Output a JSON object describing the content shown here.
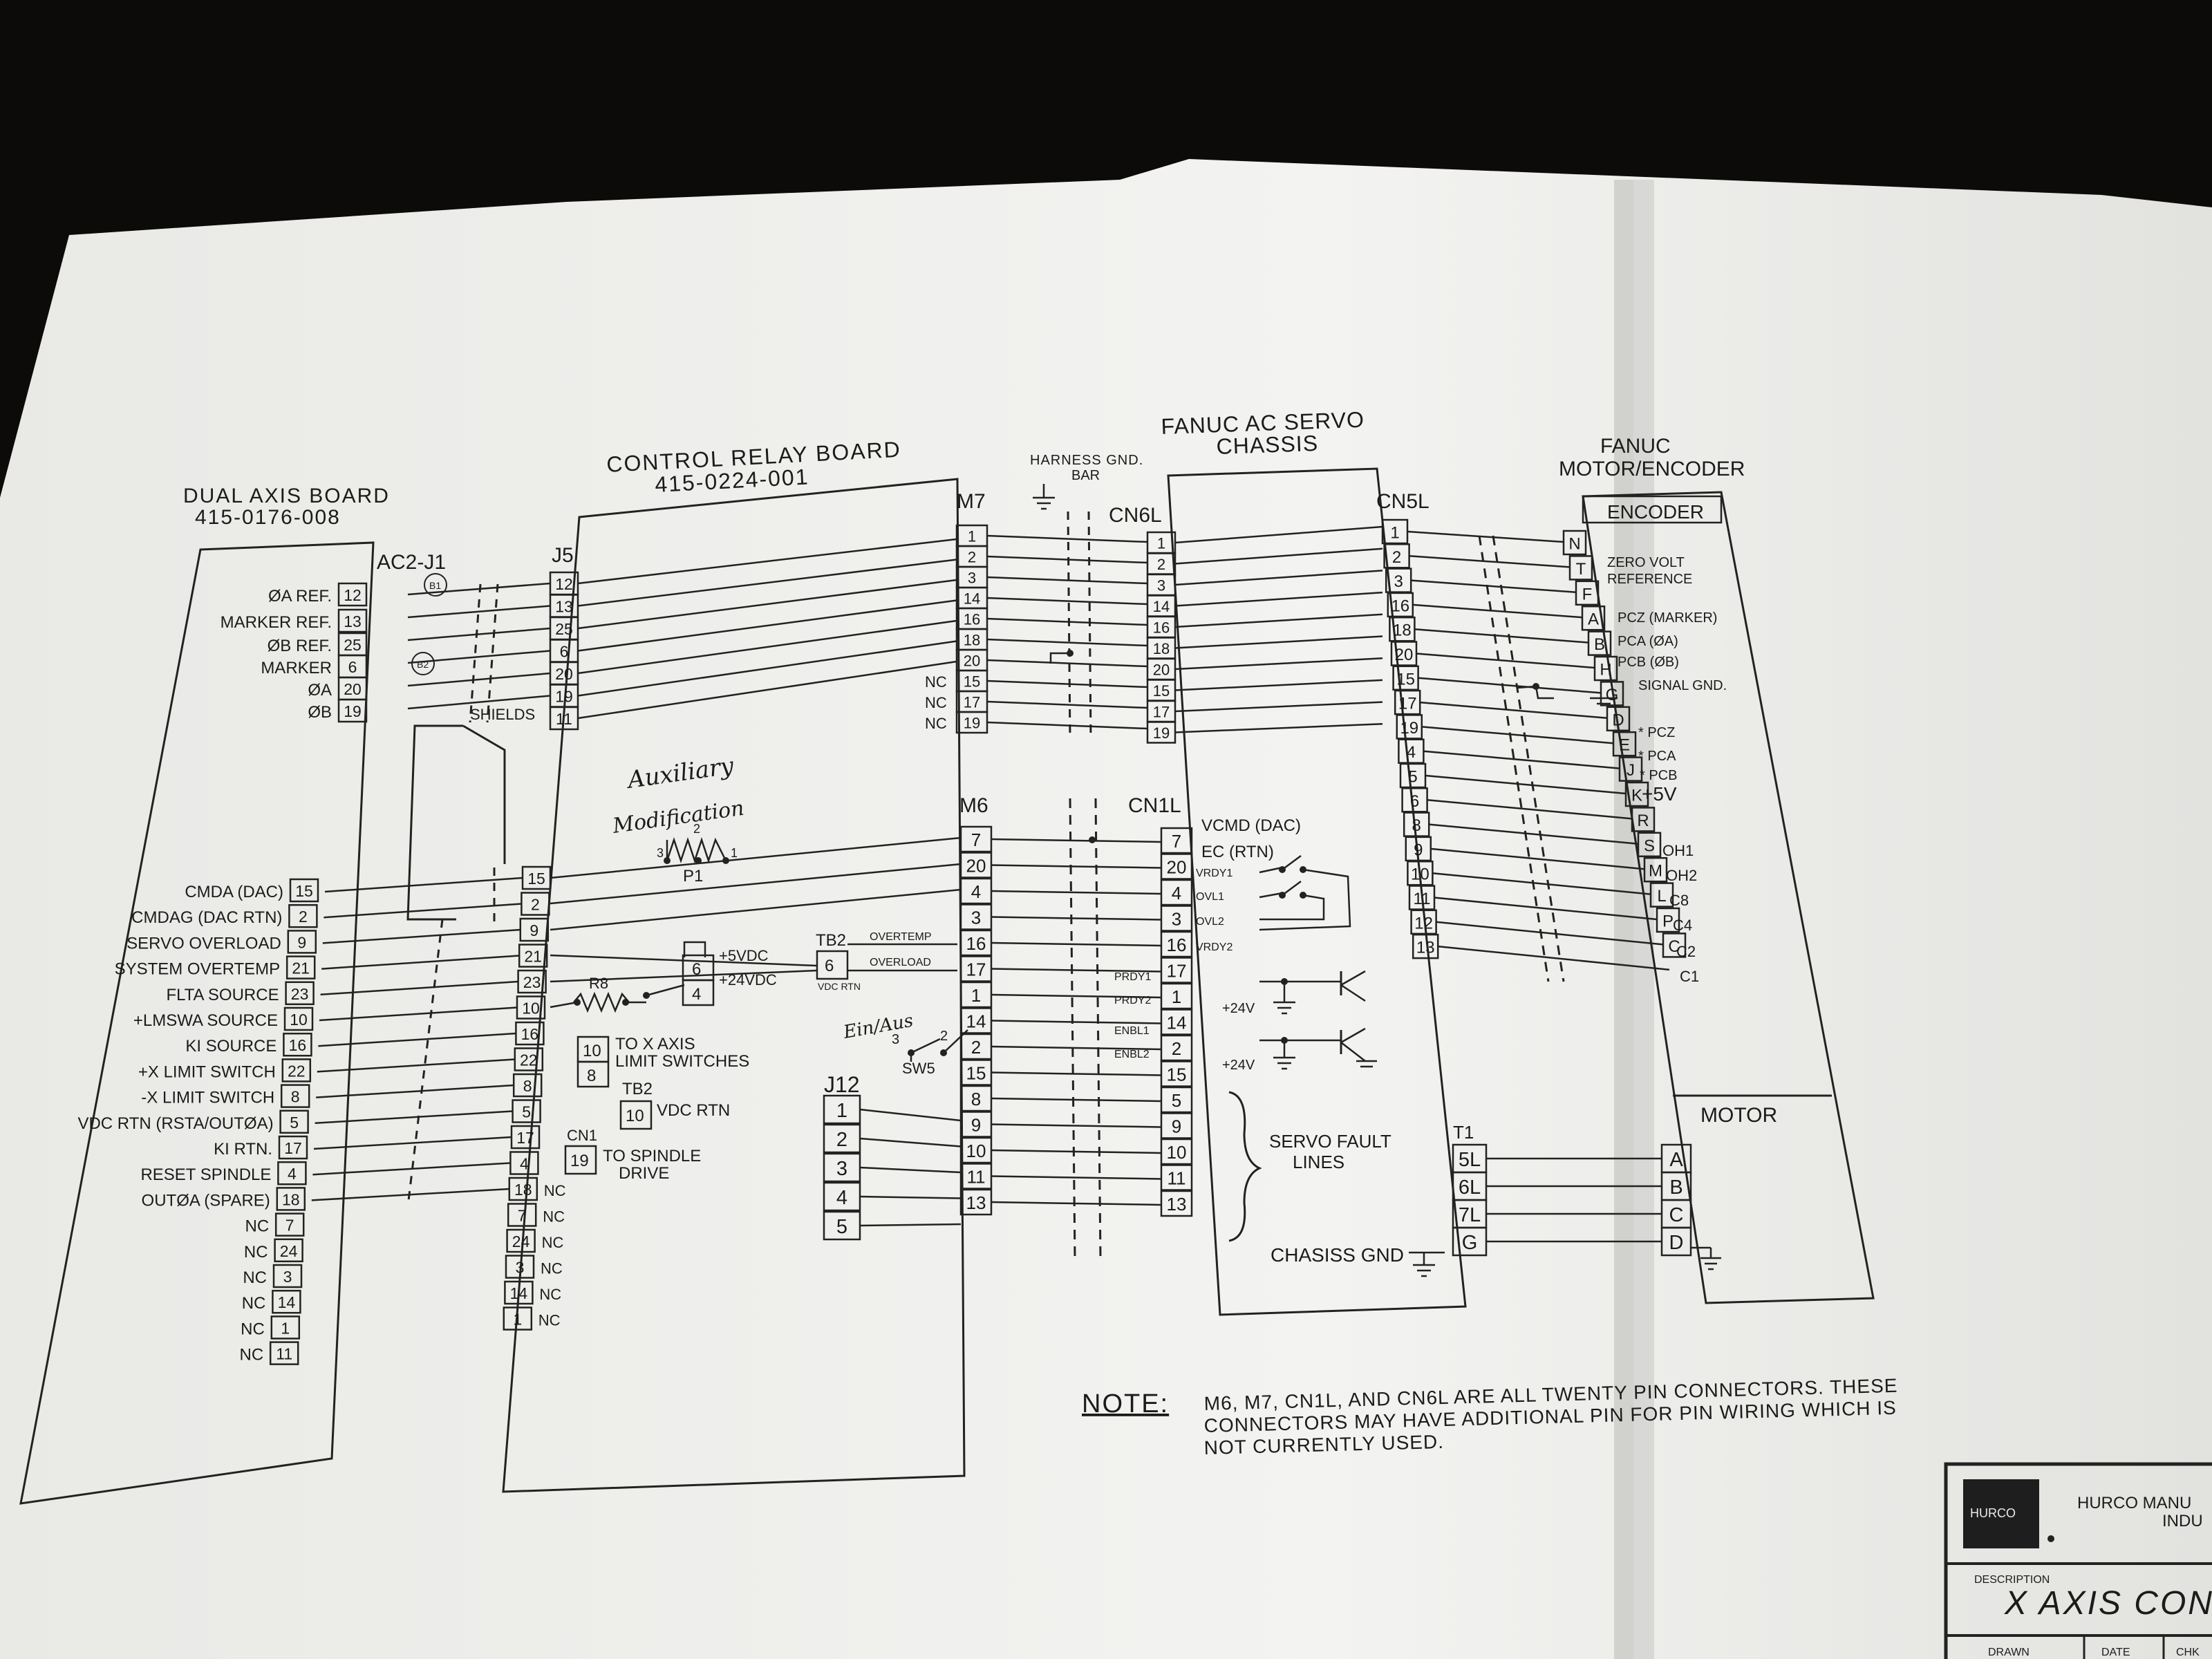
{
  "dual_axis_board": {
    "title": "DUAL AXIS BOARD",
    "part": "415-0176-008",
    "connector": "AC2-J1",
    "signals": [
      {
        "label": "ØA REF.",
        "pin": "12"
      },
      {
        "label": "MARKER REF.",
        "pin": "13"
      },
      {
        "label": "ØB REF.",
        "pin": "25"
      },
      {
        "label": "MARKER",
        "pin": "6"
      },
      {
        "label": "ØA",
        "pin": "20"
      },
      {
        "label": "ØB",
        "pin": "19"
      },
      {
        "label": "CMDA (DAC)",
        "pin": "15"
      },
      {
        "label": "CMDAG (DAC RTN)",
        "pin": "2"
      },
      {
        "label": "SERVO OVERLOAD",
        "pin": "9"
      },
      {
        "label": "SYSTEM OVERTEMP",
        "pin": "21"
      },
      {
        "label": "FLTA SOURCE",
        "pin": "23"
      },
      {
        "label": "+LMSWA SOURCE",
        "pin": "10"
      },
      {
        "label": "KI SOURCE",
        "pin": "16"
      },
      {
        "label": "+X LIMIT SWITCH",
        "pin": "22"
      },
      {
        "label": "-X LIMIT SWITCH",
        "pin": "8"
      },
      {
        "label": "VDC RTN (RSTA/OUTØA)",
        "pin": "5"
      },
      {
        "label": "KI RTN.",
        "pin": "17"
      },
      {
        "label": "RESET SPINDLE",
        "pin": "4"
      },
      {
        "label": "OUTØA (SPARE)",
        "pin": "18"
      },
      {
        "label": "NC",
        "pin": "7"
      },
      {
        "label": "NC",
        "pin": "24"
      },
      {
        "label": "NC",
        "pin": "3"
      },
      {
        "label": "NC",
        "pin": "14"
      },
      {
        "label": "NC",
        "pin": "1"
      },
      {
        "label": "NC",
        "pin": "11"
      }
    ],
    "tag_b1": "B1",
    "tag_b2": "B2",
    "shields": "SHIELDS"
  },
  "control_relay_board": {
    "title": "CONTROL RELAY BOARD",
    "part": "415-0224-001",
    "j5_label": "J5",
    "j5_pins": [
      "12",
      "13",
      "25",
      "6",
      "20",
      "19",
      "11",
      "15",
      "2",
      "9",
      "21",
      "23",
      "10",
      "16",
      "22",
      "8",
      "5",
      "17",
      "4",
      "18",
      "7",
      "24",
      "3",
      "14",
      "1"
    ],
    "m7_label": "M7",
    "m7_pins": [
      "1",
      "2",
      "3",
      "14",
      "16",
      "18",
      "20",
      "15",
      "17",
      "19"
    ],
    "m6_label": "M6",
    "m6_pins": [
      "7",
      "20",
      "4",
      "3",
      "16",
      "17",
      "1",
      "14",
      "2",
      "15",
      "8",
      "9",
      "10",
      "11",
      "13"
    ],
    "nc": "NC",
    "j12_label": "J12",
    "j12_pins": [
      "1",
      "2",
      "3",
      "4",
      "5"
    ],
    "p1": "P1",
    "p1_pins": [
      "3",
      "2",
      "1"
    ],
    "r8": "R8",
    "tb_pin_6": "6",
    "tb_pin_4": "4",
    "plus5vdc": "+5VDC",
    "plus24vdc": "+24VDC",
    "limit_pins": [
      "10",
      "8"
    ],
    "limit_label_1": "TO X AXIS",
    "limit_label_2": "LIMIT SWITCHES",
    "tb2": "TB2",
    "tb2_pin": "10",
    "vdc_rtn": "VDC RTN",
    "cn1": "CN1",
    "cn1_pin": "19",
    "spindle_1": "TO SPINDLE",
    "spindle_2": "DRIVE",
    "tb2_b": "TB2",
    "tb2_b_pin": "6",
    "vdc_rtn_small": "VDC RTN",
    "overtemp": "OVERTEMP",
    "overload": "OVERLOAD",
    "sw5": "SW5",
    "sw_pins": [
      "3",
      "2"
    ],
    "hand_note_1": "Auxiliary",
    "hand_note_2": "Modification",
    "hand_note_3": "Ein/Aus"
  },
  "harness": {
    "gnd": "HARNESS GND.",
    "bar": "BAR"
  },
  "fanuc_servo_chassis": {
    "title_1": "FANUC AC SERVO",
    "title_2": "CHASSIS",
    "cn6l_label": "CN6L",
    "cn6l_pins": [
      "1",
      "2",
      "3",
      "14",
      "16",
      "18",
      "20",
      "15",
      "17",
      "19"
    ],
    "cn1l_label": "CN1L",
    "cn1l_pins": [
      "7",
      "20",
      "4",
      "3",
      "16",
      "17",
      "1",
      "14",
      "2",
      "15",
      "5",
      "9",
      "10",
      "11",
      "13"
    ],
    "cn1l_signals": [
      "VCMD (DAC)",
      "EC (RTN)",
      "VRDY1",
      "OVL1",
      "OVL2",
      "VRDY2",
      "PRDY1",
      "PRDY2",
      "ENBL1",
      "ENBL2"
    ],
    "plus24v_a": "+24V",
    "plus24v_b": "+24V",
    "fault_1": "SERVO FAULT",
    "fault_2": "LINES",
    "chassis_gnd": "CHASISS GND",
    "cn5l_label": "CN5L",
    "cn5l_pins": [
      "1",
      "2",
      "3",
      "16",
      "18",
      "20",
      "15",
      "17",
      "19",
      "4",
      "5",
      "6",
      "8",
      "9",
      "10",
      "11",
      "12",
      "13"
    ],
    "t1_label": "T1",
    "t1_pins": [
      "5L",
      "6L",
      "7L",
      "G"
    ]
  },
  "fanuc_motor": {
    "title_1": "FANUC",
    "title_2": "MOTOR/ENCODER",
    "encoder": "ENCODER",
    "enc_pins": [
      "N",
      "T",
      "F",
      "A",
      "B",
      "H",
      "G",
      "D",
      "E",
      "J",
      "K",
      "R",
      "S",
      "M",
      "L",
      "P",
      "C"
    ],
    "enc_signals": [
      "ZERO VOLT",
      "REFERENCE",
      "PCZ (MARKER)",
      "PCA (ØA)",
      "PCB (ØB)",
      "SIGNAL GND.",
      "* PCZ",
      "* PCA",
      "* PCB",
      "+5V",
      "OH1",
      "OH2",
      "C8",
      "C4",
      "C2",
      "C1"
    ],
    "motor": "MOTOR",
    "motor_pins": [
      "A",
      "B",
      "C",
      "D"
    ]
  },
  "note": {
    "label": "NOTE:",
    "line1": "M6, M7, CN1L, AND CN6L ARE ALL TWENTY PIN CONNECTORS. THESE",
    "line2": "CONNECTORS MAY HAVE ADDITIONAL PIN FOR PIN WIRING WHICH IS",
    "line3": "NOT CURRENTLY USED."
  },
  "title_block": {
    "company_1": "HURCO MANU",
    "company_2": "INDU",
    "logo": "HURCO",
    "description_label": "DESCRIPTION",
    "description": "X AXIS CON",
    "drawn": "DRAWN",
    "date": "DATE",
    "chk": "CHK"
  }
}
